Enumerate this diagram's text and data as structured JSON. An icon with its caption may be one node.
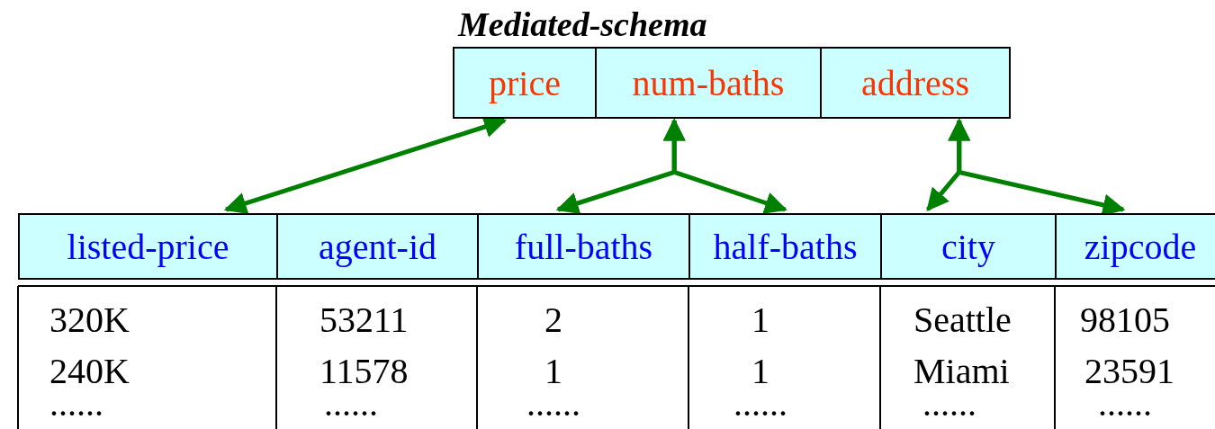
{
  "diagram": {
    "nodes": [
      {
        "text": [
          "Mediated-schema"
        ]
      },
      {
        "text": [
          "price"
        ],
        "in": 0
      },
      {
        "text": [
          "num-baths"
        ],
        "in": 0
      },
      {
        "text": [
          "address"
        ],
        "in": 0
      },
      {
        "text": [
          "listed-price"
        ]
      },
      {
        "text": [
          "agent-id"
        ]
      },
      {
        "text": [
          "full-baths"
        ]
      },
      {
        "text": [
          "half-baths"
        ]
      },
      {
        "text": [
          "city"
        ]
      },
      {
        "text": [
          "zipcode"
        ]
      }
    ],
    "edges": [
      {
        "from": 1,
        "to": 4,
        "arrow": "both"
      },
      {
        "from": 2,
        "to": 6,
        "arrow": "both"
      },
      {
        "from": 2,
        "to": 7,
        "arrow": "both"
      },
      {
        "from": 3,
        "to": 8,
        "arrow": "both"
      },
      {
        "from": 3,
        "to": 9,
        "arrow": "both"
      }
    ],
    "labels": [
      "320K",
      "53211",
      "2",
      "1",
      "Seattle",
      "98105",
      "240K",
      "11578",
      "1",
      "1",
      "Miami",
      "23591",
      "......",
      "......",
      "......",
      "......",
      "......",
      "......"
    ]
  }
}
